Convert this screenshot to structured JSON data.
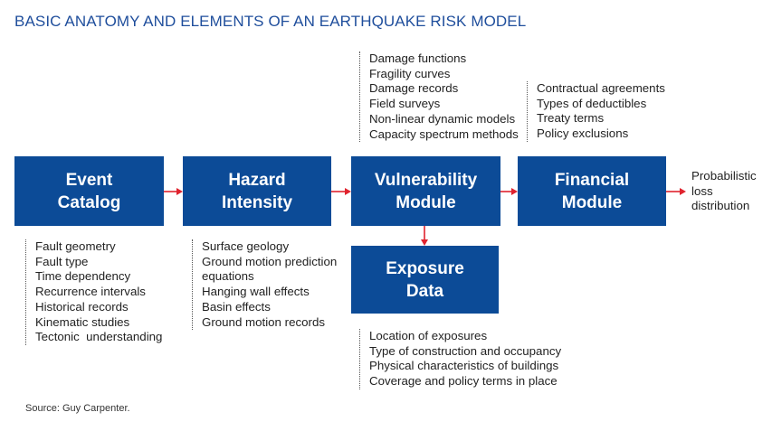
{
  "title": "BASIC ANATOMY AND ELEMENTS OF AN EARTHQUAKE RISK MODEL",
  "boxes": {
    "event_catalog": [
      "Event",
      "Catalog"
    ],
    "hazard_intensity": [
      "Hazard",
      "Intensity"
    ],
    "vulnerability_module": [
      "Vulnerability",
      "Module"
    ],
    "financial_module": [
      "Financial",
      "Module"
    ],
    "exposure_data": [
      "Exposure",
      "Data"
    ]
  },
  "lists": {
    "event_catalog": [
      "Fault geometry",
      "Fault type",
      "Time dependency",
      "Recurrence intervals",
      "Historical records",
      "Kinematic studies",
      "Tectonic  understanding"
    ],
    "hazard_intensity": [
      "Surface geology",
      "Ground motion prediction",
      "equations",
      "Hanging wall effects",
      "Basin effects",
      "Ground motion records"
    ],
    "vulnerability_module": [
      "Damage functions",
      "Fragility curves",
      "Damage records",
      "Field surveys",
      "Non-linear dynamic models",
      "Capacity spectrum methods"
    ],
    "financial_module": [
      "Contractual agreements",
      "Types of deductibles",
      "Treaty terms",
      "Policy exclusions"
    ],
    "exposure_data": [
      "Location of exposures",
      "Type of construction and occupancy",
      "Physical characteristics of buildings",
      "Coverage and policy terms in place"
    ]
  },
  "output": [
    "Probabilistic",
    "loss",
    "distribution"
  ],
  "source": "Source: Guy Carpenter.",
  "colors": {
    "box": "#0c4b97",
    "arrow": "#e0232e",
    "title": "#1f4e9c"
  }
}
